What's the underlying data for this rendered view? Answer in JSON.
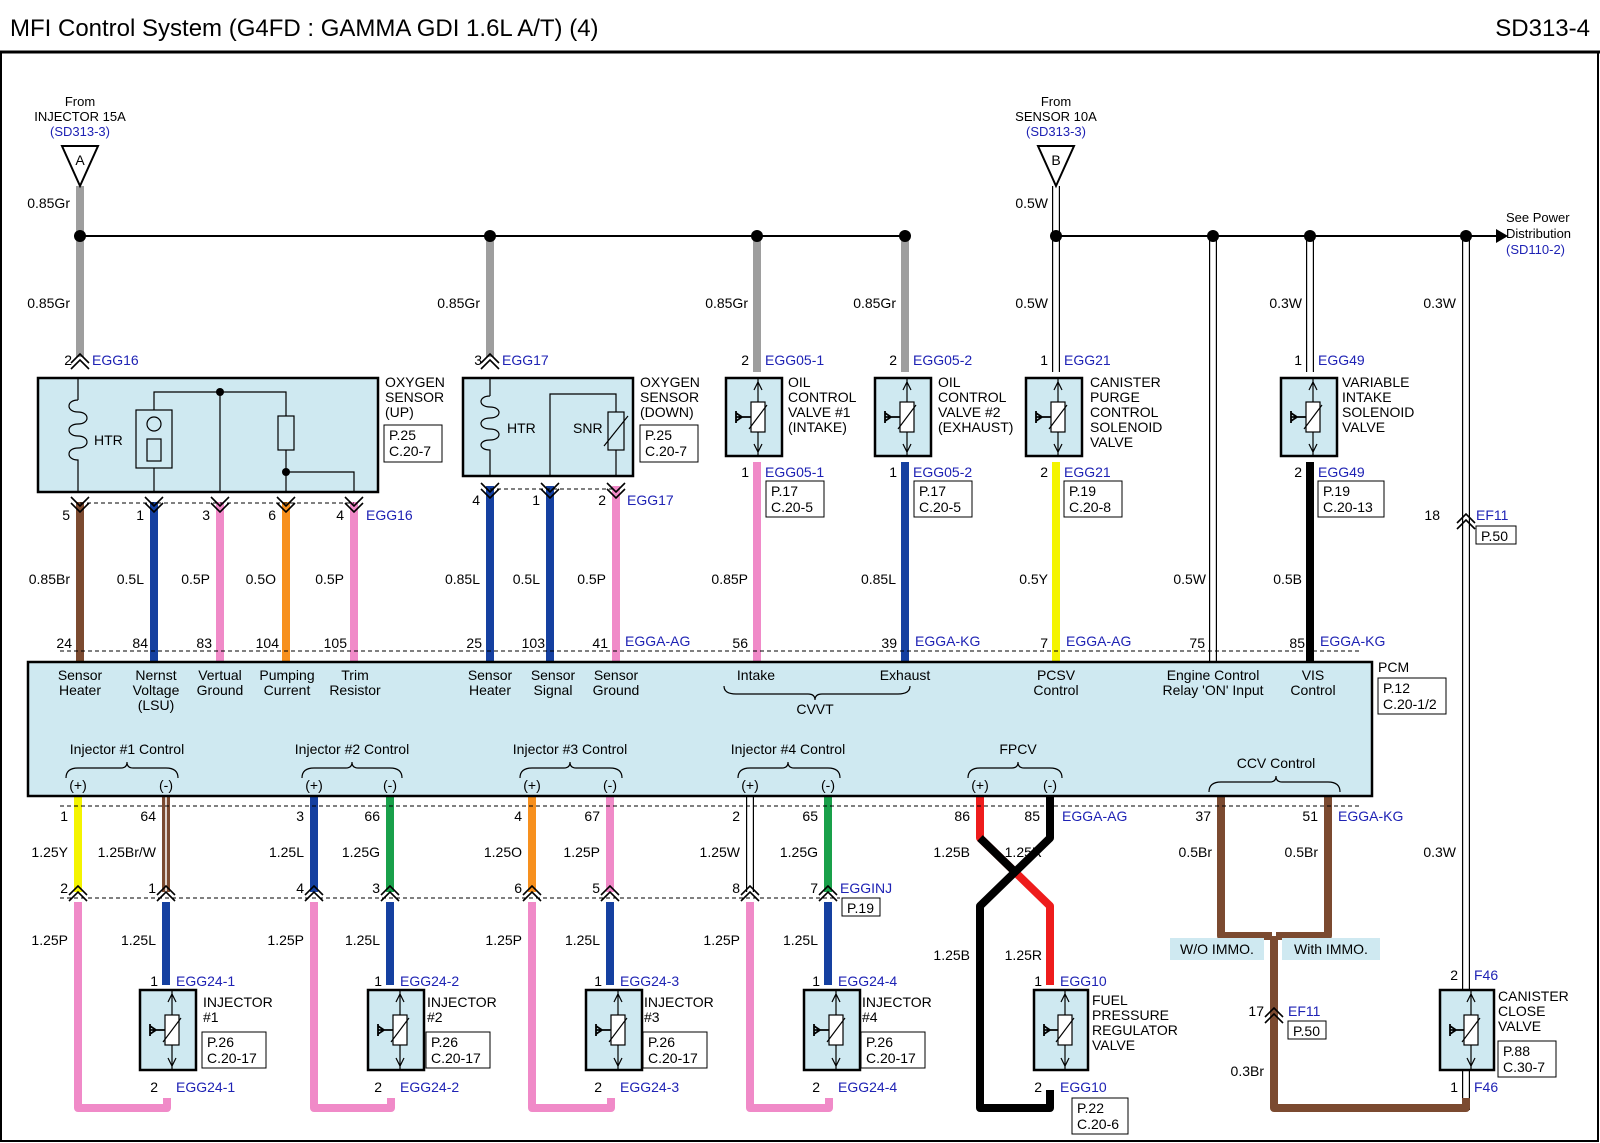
{
  "header": {
    "title": "MFI Control System (G4FD : GAMMA GDI 1.6L A/T) (4)",
    "page_code": "SD313-4"
  },
  "sources": [
    {
      "line1": "From",
      "line2": "INJECTOR 15A",
      "ref": "(SD313-3)",
      "letter": "A"
    },
    {
      "line1": "From",
      "line2": "SENSOR 10A",
      "ref": "(SD313-3)",
      "letter": "B"
    }
  ],
  "power_dist": {
    "line1": "See Power",
    "line2": "Distribution",
    "ref": "(SD110-2)"
  },
  "wire_top_labels": [
    "0.85Gr",
    "0.5W"
  ],
  "components": {
    "o2_up": {
      "name": [
        "OXYGEN",
        "SENSOR",
        "(UP)"
      ],
      "ref": [
        "P.25",
        "C.20-7"
      ],
      "htr": "HTR"
    },
    "o2_down": {
      "name": [
        "OXYGEN",
        "SENSOR",
        "(DOWN)"
      ],
      "ref": [
        "P.25",
        "C.20-7"
      ],
      "htr": "HTR",
      "snr": "SNR"
    },
    "ocv1": {
      "name": [
        "OIL",
        "CONTROL",
        "VALVE #1",
        "(INTAKE)"
      ],
      "ref": [
        "P.17",
        "C.20-5"
      ]
    },
    "ocv2": {
      "name": [
        "OIL",
        "CONTROL",
        "VALVE #2",
        "(EXHAUST)"
      ],
      "ref": [
        "P.17",
        "C.20-5"
      ]
    },
    "pcsv": {
      "name": [
        "CANISTER",
        "PURGE",
        "CONTROL",
        "SOLENOID",
        "VALVE"
      ],
      "ref": [
        "P.19",
        "C.20-8"
      ]
    },
    "vis": {
      "name": [
        "VARIABLE",
        "INTAKE",
        "SOLENOID",
        "VALVE"
      ],
      "ref": [
        "P.19",
        "C.20-13"
      ]
    },
    "inj1": {
      "name": [
        "INJECTOR",
        "#1"
      ],
      "ref": [
        "P.26",
        "C.20-17"
      ]
    },
    "inj2": {
      "name": [
        "INJECTOR",
        "#2"
      ],
      "ref": [
        "P.26",
        "C.20-17"
      ]
    },
    "inj3": {
      "name": [
        "INJECTOR",
        "#3"
      ],
      "ref": [
        "P.26",
        "C.20-17"
      ]
    },
    "inj4": {
      "name": [
        "INJECTOR",
        "#4"
      ],
      "ref": [
        "P.26",
        "C.20-17"
      ]
    },
    "fprv": {
      "name": [
        "FUEL",
        "PRESSURE",
        "REGULATOR",
        "VALVE"
      ],
      "ref": [
        "P.22",
        "C.20-6"
      ]
    },
    "ccv": {
      "name": [
        "CANISTER",
        "CLOSE",
        "VALVE"
      ],
      "ref": [
        "P.88",
        "C.30-7"
      ]
    }
  },
  "pcm": {
    "name": "PCM",
    "ref": [
      "P.12",
      "C.20-1/2"
    ],
    "upper_labels": [
      [
        "Sensor",
        "Heater"
      ],
      [
        "Nernst",
        "Voltage",
        "(LSU)"
      ],
      [
        "Vertual",
        "Ground"
      ],
      [
        "Pumping",
        "Current"
      ],
      [
        "Trim",
        "Resistor"
      ],
      [
        "Sensor",
        "Heater"
      ],
      [
        "Sensor",
        "Signal"
      ],
      [
        "Sensor",
        "Ground"
      ],
      [
        "Intake"
      ],
      [
        "Exhaust"
      ],
      [
        "PCSV",
        "Control"
      ],
      [
        "Engine Control",
        "Relay 'ON' Input"
      ],
      [
        "VIS",
        "Control"
      ]
    ],
    "cvvt": "CVVT",
    "groups": [
      "Injector #1 Control",
      "Injector #2 Control",
      "Injector #3 Control",
      "Injector #4 Control",
      "FPCV",
      "CCV Control"
    ],
    "plus": "(+)",
    "minus": "(-)",
    "top_pins": [
      "24",
      "84",
      "83",
      "104",
      "105",
      "25",
      "103",
      "41",
      "56",
      "39",
      "7",
      "75",
      "85"
    ],
    "bottom_pins": [
      "1",
      "64",
      "3",
      "66",
      "4",
      "67",
      "2",
      "65",
      "86",
      "85",
      "37",
      "51"
    ]
  },
  "connectors": {
    "EGG16": "EGG16",
    "EGG17": "EGG17",
    "EGG05_1": "EGG05-1",
    "EGG05_2": "EGG05-2",
    "EGG21": "EGG21",
    "EGG49": "EGG49",
    "EF11": "EF11",
    "EF11_ref": "P.50",
    "EGGA_AG": "EGGA-AG",
    "EGGA_KG": "EGGA-KG",
    "EGGINJ": "EGGINJ",
    "EGGINJ_ref": "P.19",
    "EGG24_1": "EGG24-1",
    "EGG24_2": "EGG24-2",
    "EGG24_3": "EGG24-3",
    "EGG24_4": "EGG24-4",
    "EGG10": "EGG10",
    "F46": "F46"
  },
  "pins_misc": {
    "egg16_top": "2",
    "egg17_top": "3",
    "ocv_top": "2",
    "pcsv_top": "1",
    "vis_top": "1",
    "ocv_bot": "1",
    "pcsv_bot": "2",
    "vis_bot": "2",
    "ef11_a": "18",
    "ef11_b": "17",
    "o2up_bottom": [
      "5",
      "1",
      "3",
      "6",
      "4"
    ],
    "o2dn_bottom": [
      "4",
      "1",
      "2"
    ],
    "egginj_pins": [
      "2",
      "1",
      "4",
      "3",
      "6",
      "5",
      "8",
      "7"
    ],
    "inj_top": "1",
    "inj_bot": "2",
    "egg10_top": "1",
    "egg10_bot": "2",
    "f46_top": "2",
    "f46_bot": "1"
  },
  "wire_labels": {
    "gr": "0.85Gr",
    "w05": "0.5W",
    "w03": "0.3W",
    "o2up": [
      "0.85Br",
      "0.5L",
      "0.5P",
      "0.5O",
      "0.5P"
    ],
    "o2dn": [
      "0.85L",
      "0.5L",
      "0.5P"
    ],
    "ocv1": "0.85P",
    "ocv2": "0.85L",
    "pcsv": "0.5Y",
    "relay": "0.5W",
    "vis": "0.5B",
    "inj_upper": [
      "1.25Y",
      "1.25Br/W",
      "1.25L",
      "1.25G",
      "1.25O",
      "1.25P",
      "1.25W",
      "1.25G"
    ],
    "inj_lower": [
      "1.25P",
      "1.25L"
    ],
    "fpcv": [
      "1.25B",
      "1.25R"
    ],
    "ccv": [
      "0.5Br",
      "0.5Br",
      "0.3Br"
    ]
  },
  "immo": {
    "without": "W/O IMMO.",
    "with": "With IMMO."
  },
  "colors": {
    "Gr": "#9e9e9e",
    "Br": "#7b4a30",
    "L": "#1540a0",
    "P": "#f08ac8",
    "O": "#f7901e",
    "Y": "#f4f400",
    "B": "#000000",
    "G": "#19a04a",
    "R": "#ee1c1c",
    "W": "#ffffff",
    "component": "#cfe9f1",
    "ref_text": "#1e22b4"
  }
}
